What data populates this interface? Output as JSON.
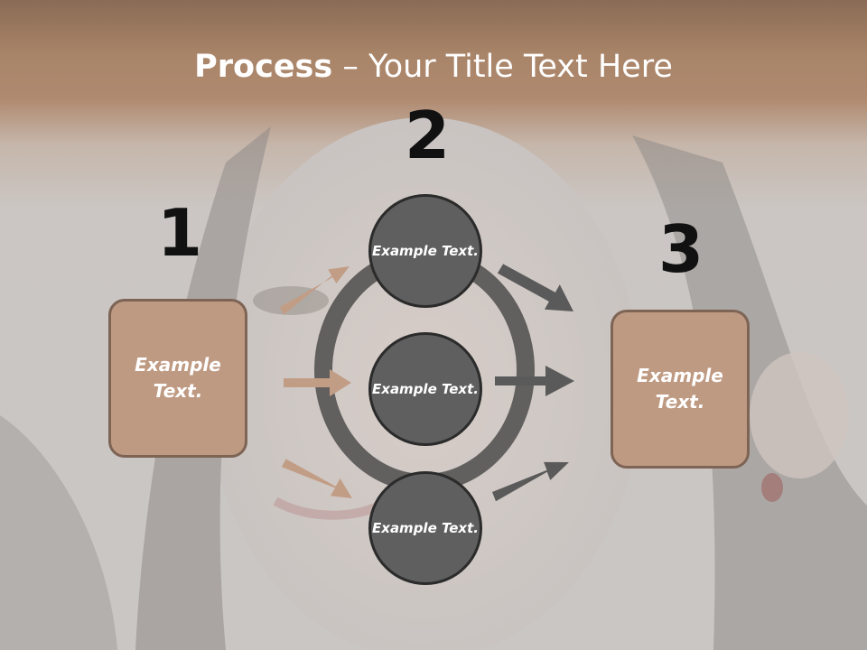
{
  "title": {
    "bold": "Process",
    "rest": " – Your Title Text Here"
  },
  "steps": {
    "one": {
      "number": "1",
      "text": "Example Text."
    },
    "two": {
      "number": "2",
      "circles": [
        {
          "text": "Example Text."
        },
        {
          "text": "Example Text."
        },
        {
          "text": "Example Text."
        }
      ]
    },
    "three": {
      "number": "3",
      "text": "Example Text."
    }
  },
  "colors": {
    "left_arrows": "#c29d86",
    "right_arrows": "#5a5a5a",
    "box_fill": "#bf9a83",
    "circle_fill": "#5f5f5f",
    "header": "#a88468"
  }
}
